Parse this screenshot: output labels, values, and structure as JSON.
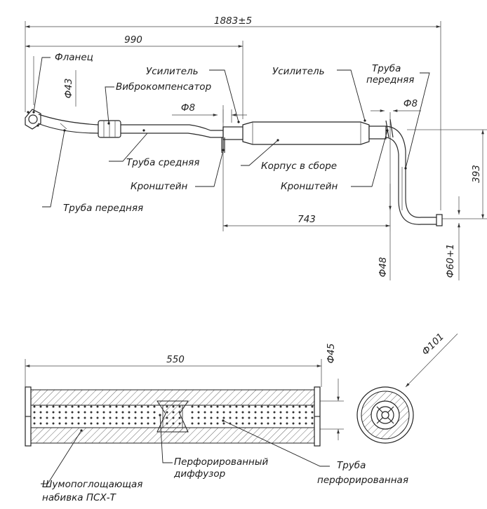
{
  "dimensions": {
    "total_length": "1883±5",
    "front_section": "990",
    "body_offset": "743",
    "height": "393",
    "flange_dia": "Ф43",
    "dia_8_left": "Ф8",
    "dia_8_right": "Ф8",
    "dia_48": "Ф48",
    "outlet_dia": "Ф60+1",
    "section_length": "550",
    "pipe_dia": "Ф45",
    "body_dia": "Ф101"
  },
  "labels": {
    "flange": "Фланец",
    "reinforcement_1": "Усилитель",
    "reinforcement_2": "Усилитель",
    "vibrocompensator": "Виброкомпенсатор",
    "rear_front_pipe": "Труба передняя",
    "middle_pipe": "Труба средняя",
    "bracket_1": "Кронштейн",
    "body_assembly": "Корпус в сборе",
    "bracket_2": "Кронштейн",
    "front_pipe": "Труба передняя",
    "perforated_diffuser": "Перфорированный диффузор",
    "perforated_pipe": "Труба перфорированная",
    "sound_absorbing": "Шумопоглощающая набивка ПСХ-Т"
  }
}
